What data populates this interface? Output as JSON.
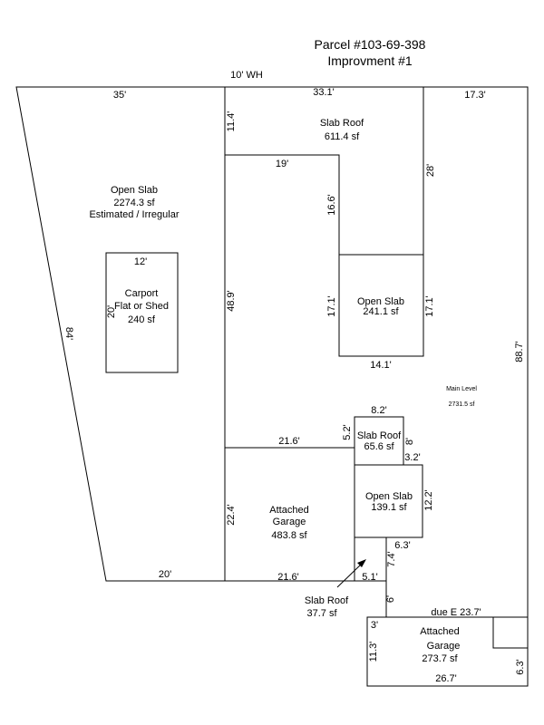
{
  "title": {
    "parcel": "Parcel #103-69-398",
    "improvement": "Improvment #1"
  },
  "top_label": "10' WH",
  "areas": {
    "open_slab_left": {
      "name": "Open Slab",
      "area": "2274.3 sf",
      "note": "Estimated / Irregular"
    },
    "carport": {
      "line1": "Carport",
      "line2": "Flat or Shed",
      "area": "240 sf"
    },
    "slab_roof_top": {
      "name": "Slab Roof",
      "area": "611.4 sf"
    },
    "open_slab_mid": {
      "name": "Open Slab",
      "area": "241.1 sf"
    },
    "slab_roof_small": {
      "name": "Slab Roof",
      "area": "65.6 sf"
    },
    "open_slab_small": {
      "name": "Open Slab",
      "area": "139.1 sf"
    },
    "attached_garage_left": {
      "line1": "Attached",
      "line2": "Garage",
      "area": "483.8 sf"
    },
    "slab_roof_callout": {
      "name": "Slab Roof",
      "area": "37.7 sf"
    },
    "main_level": {
      "name": "Main Level",
      "area": "2731.5 sf"
    },
    "attached_garage_bottom": {
      "line1": "Attached",
      "line2": "Garage",
      "area": "273.7 sf"
    }
  },
  "dimensions": {
    "d35": "35'",
    "d33_1": "33.1'",
    "d17_3": "17.3'",
    "d11_4": "11.4'",
    "d19": "19'",
    "d16_6": "16.6'",
    "d28": "28'",
    "d12": "12'",
    "d20_carport": "20'",
    "d84": "84'",
    "d48_9": "48.9'",
    "d17_1_left": "17.1'",
    "d17_1_right": "17.1'",
    "d14_1": "14.1'",
    "d88_7": "88.7'",
    "d8_2": "8.2'",
    "d5_2": "5.2'",
    "d8": "8'",
    "d3_2": "3.2'",
    "d21_6_top": "21.6'",
    "d12_2": "12.2'",
    "d22_4": "22.4'",
    "d6_3_mid": "6.3'",
    "d7_4": "7.4'",
    "d20_bottom": "20'",
    "d21_6_bottom": "21.6'",
    "d5_1": "5.1'",
    "d6": "6'",
    "due_e": "due E 23.7'",
    "d3": "3'",
    "d11_3": "11.3'",
    "d6_3_right": "6.3'",
    "d26_7": "26.7'"
  }
}
